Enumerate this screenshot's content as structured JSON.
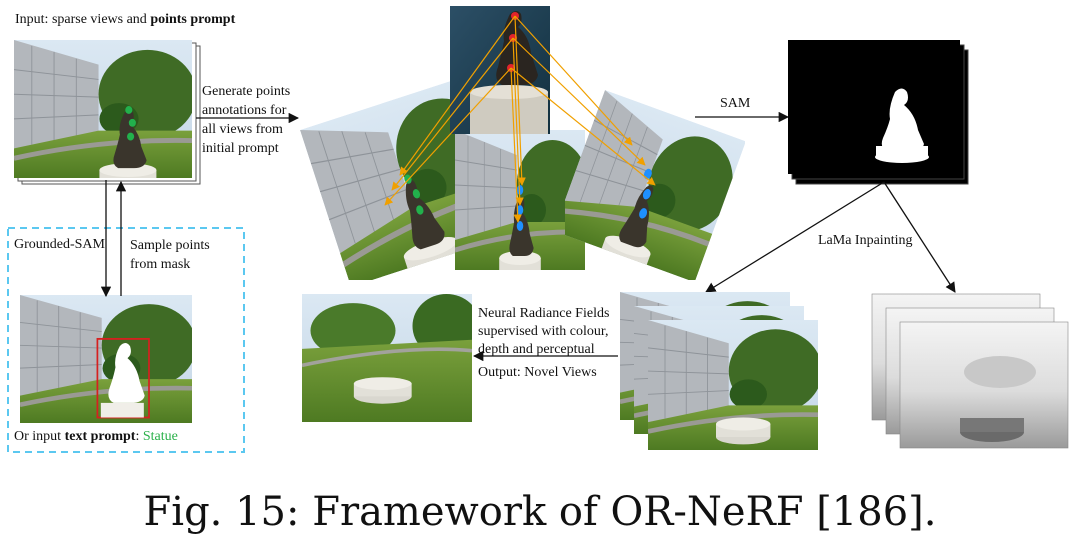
{
  "input_label": {
    "plain": "Input: sparse views and ",
    "bold": "points prompt"
  },
  "generate_label": [
    "Generate points",
    "annotations for",
    "all views from",
    "initial prompt"
  ],
  "sam_label": "SAM",
  "grounded_sam_label": "Grounded-SAM",
  "sample_points_label": [
    "Sample points",
    "from mask"
  ],
  "text_prompt_label": {
    "plain": "Or input ",
    "bold": "text prompt",
    "sep": ": ",
    "value": "Statue"
  },
  "lama_label": "LaMa Inpainting",
  "nerf_label": [
    "Neural Radiance Fields",
    "supervised with colour,",
    "depth and perceptual"
  ],
  "output_label": "Output: Novel Views",
  "caption": "Fig. 15: Framework of OR-NeRF [186].",
  "colors": {
    "sky": "#cfe0ee",
    "building": "#b9bcc0",
    "grass": "#5f8a2e",
    "tree": "#2f5a1e",
    "point_green": "#22b14c",
    "point_blue": "#1e90ff",
    "point_red": "#e3242b",
    "ray_orange": "#f0a000",
    "dashed_box": "#5bc8f0",
    "bbox_red": "#d62020",
    "text_green": "#2bb14a"
  }
}
